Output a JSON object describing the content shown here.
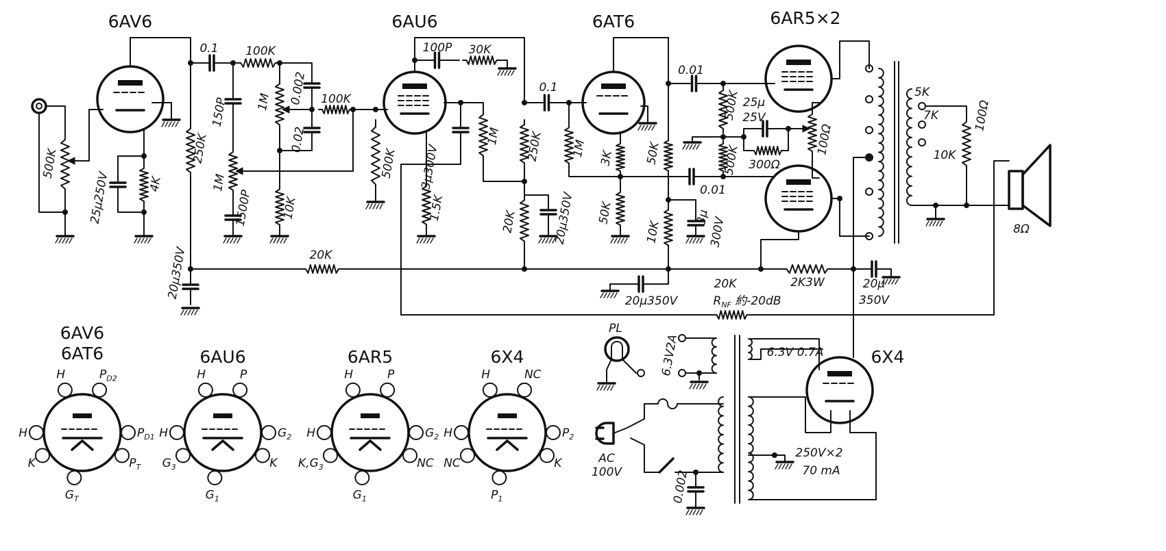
{
  "tubes": {
    "v1": "6AV6",
    "v2": "6AU6",
    "v3": "6AT6",
    "v4": "6AR5×2",
    "rect": "6X4"
  },
  "parts": {
    "c_in": "0.1",
    "r_100k_a": "100K",
    "c_0002": "0.002",
    "r_vol_1m": "1M",
    "c_150p": "150P",
    "r_100k_b": "100K",
    "c_002": "0.02",
    "r_500k_in": "500K",
    "r_250k_a": "250K",
    "r_tone_1m": "1M",
    "c_1500p": "1500P",
    "r_10k_a": "10K",
    "r_4k": "4K",
    "c_25u250": "25μ250V",
    "r_500k_g": "500K",
    "c_100p": "100P",
    "r_30k": "30K",
    "c_3u300": "3μ300V",
    "r_1k5": "1.5K",
    "r_1m_s": "1M",
    "c_01b": "0.1",
    "r_250k_b": "250K",
    "r_1m_g": "1M",
    "r_20k_a": "20K",
    "c_20u_a": "20μ350V",
    "r_3k": "3K",
    "r_50k_k": "50K",
    "r_50k_p": "50K",
    "r_10k_b": "10K",
    "c_3u_b": "3μ",
    "c_3u_b_v": "300V",
    "c_001a": "0.01",
    "r_500k_a": "500K",
    "r_500k_b": "500K",
    "c_25u": "25μ",
    "c_25u_v": "25V",
    "r_300": "300Ω",
    "r_100_bal": "100Ω",
    "c_001b": "0.01",
    "tap_5k": "5K",
    "tap_7k": "7K",
    "tap_10k": "10K",
    "r_100_spk": "100Ω",
    "spk": "8Ω",
    "r_20k_b": "20K",
    "r_2k3w": "2K3W",
    "c_20u_b": "20μ",
    "c_20u_b_v": "350V",
    "c_20u_c": "20μ350V",
    "c_20u_d": "20μ350V",
    "r_20k_nf": "20K",
    "rnf": {
      "main": "R",
      "sub": "NF",
      "rest": " 約-20dB"
    }
  },
  "power": {
    "pl": "PL",
    "h_6v3_2a": "6.3V2A",
    "h_6v3_07a": "6.3V 0.7A",
    "ac": "AC",
    "ac_v": "100V",
    "c_0002": "0.002",
    "hv": "250V×2",
    "hv_i": "70 mA"
  },
  "bases": [
    {
      "title": [
        "6AV6",
        "6AT6"
      ],
      "pins": [
        {
          "main": "H"
        },
        {
          "main": "P",
          "sub": "D2"
        },
        {
          "main": "H"
        },
        {
          "main": "P",
          "sub": "D1"
        },
        {
          "main": "K"
        },
        {
          "main": "P",
          "sub": "T"
        },
        {
          "main": "G",
          "sub": "T"
        }
      ]
    },
    {
      "title": [
        "6AU6"
      ],
      "pins": [
        {
          "main": "H"
        },
        {
          "main": "P"
        },
        {
          "main": "H"
        },
        {
          "main": "G",
          "sub": "2"
        },
        {
          "main": "G",
          "sub": "3"
        },
        {
          "main": "K"
        },
        {
          "main": "G",
          "sub": "1"
        }
      ]
    },
    {
      "title": [
        "6AR5"
      ],
      "pins": [
        {
          "main": "H"
        },
        {
          "main": "P"
        },
        {
          "main": "H"
        },
        {
          "main": "G",
          "sub": "2"
        },
        {
          "main": "K,G",
          "sub": "3"
        },
        {
          "main": "NC"
        },
        {
          "main": "G",
          "sub": "1"
        }
      ]
    },
    {
      "title": [
        "6X4"
      ],
      "pins": [
        {
          "main": "H"
        },
        {
          "main": "NC"
        },
        {
          "main": "H"
        },
        {
          "main": "P",
          "sub": "2"
        },
        {
          "main": "NC"
        },
        {
          "main": "K"
        },
        {
          "main": "P",
          "sub": "1"
        }
      ]
    }
  ]
}
